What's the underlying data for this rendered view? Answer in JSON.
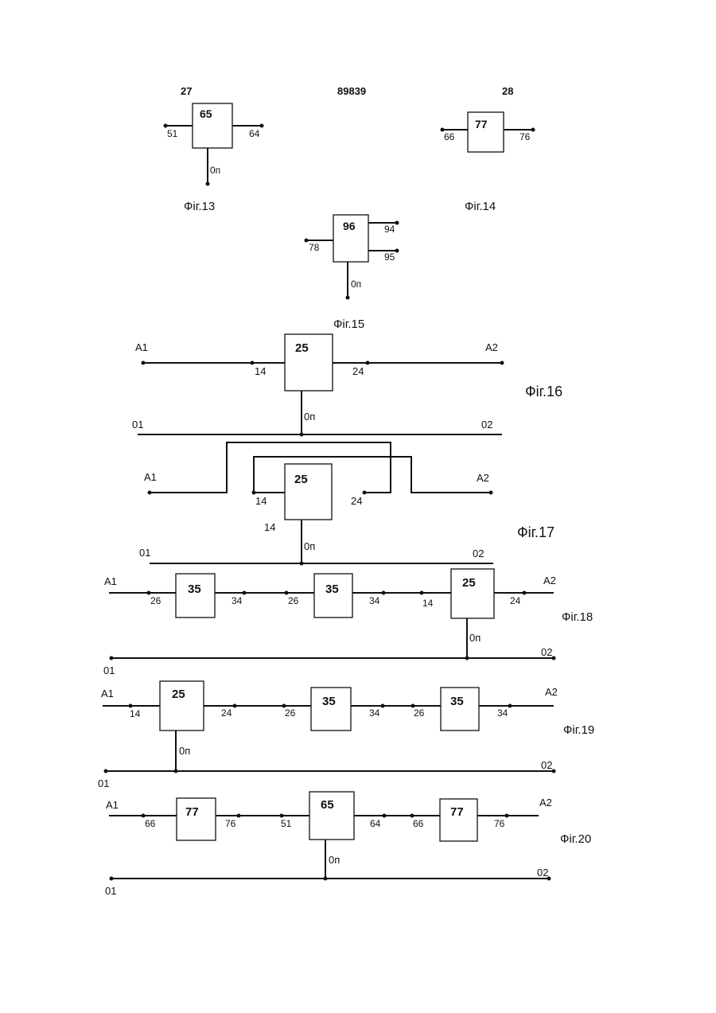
{
  "header": {
    "left_page": "27",
    "patent_no": "89839",
    "right_page": "28"
  },
  "fig13": {
    "block": "65",
    "in_pin": "51",
    "out_pin": "64",
    "power": "0п",
    "caption": "Фіг.13"
  },
  "fig14": {
    "block": "77",
    "in_pin": "66",
    "out_pin": "76",
    "caption": "Фіг.14"
  },
  "fig15": {
    "block": "96",
    "in_pin": "78",
    "out_pin_top": "94",
    "out_pin_bottom": "95",
    "power": "0п",
    "caption": "Фіг.15"
  },
  "fig16": {
    "block": "25",
    "left_terminal": "A1",
    "right_terminal": "A2",
    "in_pin": "14",
    "out_pin": "24",
    "power": "0п",
    "bus_left": "01",
    "bus_right": "02",
    "caption": "Фіг.16"
  },
  "fig17": {
    "block": "25",
    "left_terminal": "A1",
    "right_terminal": "A2",
    "in_pin": "14",
    "out_pin": "24",
    "extra_label": "14",
    "power": "0п",
    "bus_left": "01",
    "bus_right": "02",
    "caption": "Фіг.17"
  },
  "fig18": {
    "left_terminal": "A1",
    "right_terminal": "A2",
    "blocks": [
      {
        "label": "35",
        "in_pin": "26",
        "out_pin": "34"
      },
      {
        "label": "35",
        "in_pin": "26",
        "out_pin": "34"
      },
      {
        "label": "25",
        "in_pin": "14",
        "out_pin": "24"
      }
    ],
    "power": "0п",
    "bus_left": "01",
    "bus_right": "02",
    "caption": "Фіг.18"
  },
  "fig19": {
    "left_terminal": "A1",
    "right_terminal": "A2",
    "blocks": [
      {
        "label": "25",
        "in_pin": "14",
        "out_pin": "24"
      },
      {
        "label": "35",
        "in_pin": "26",
        "out_pin": "34"
      },
      {
        "label": "35",
        "in_pin": "26",
        "out_pin": "34"
      }
    ],
    "power": "0п",
    "bus_left": "01",
    "bus_right": "02",
    "caption": "Фіг.19"
  },
  "fig20": {
    "left_terminal": "A1",
    "right_terminal": "A2",
    "blocks": [
      {
        "label": "77",
        "in_pin": "66",
        "out_pin": "76"
      },
      {
        "label": "65",
        "in_pin": "51",
        "out_pin": "64"
      },
      {
        "label": "77",
        "in_pin": "66",
        "out_pin": "76"
      }
    ],
    "power": "0п",
    "bus_left": "01",
    "bus_right": "02",
    "caption": "Фіг.20"
  }
}
